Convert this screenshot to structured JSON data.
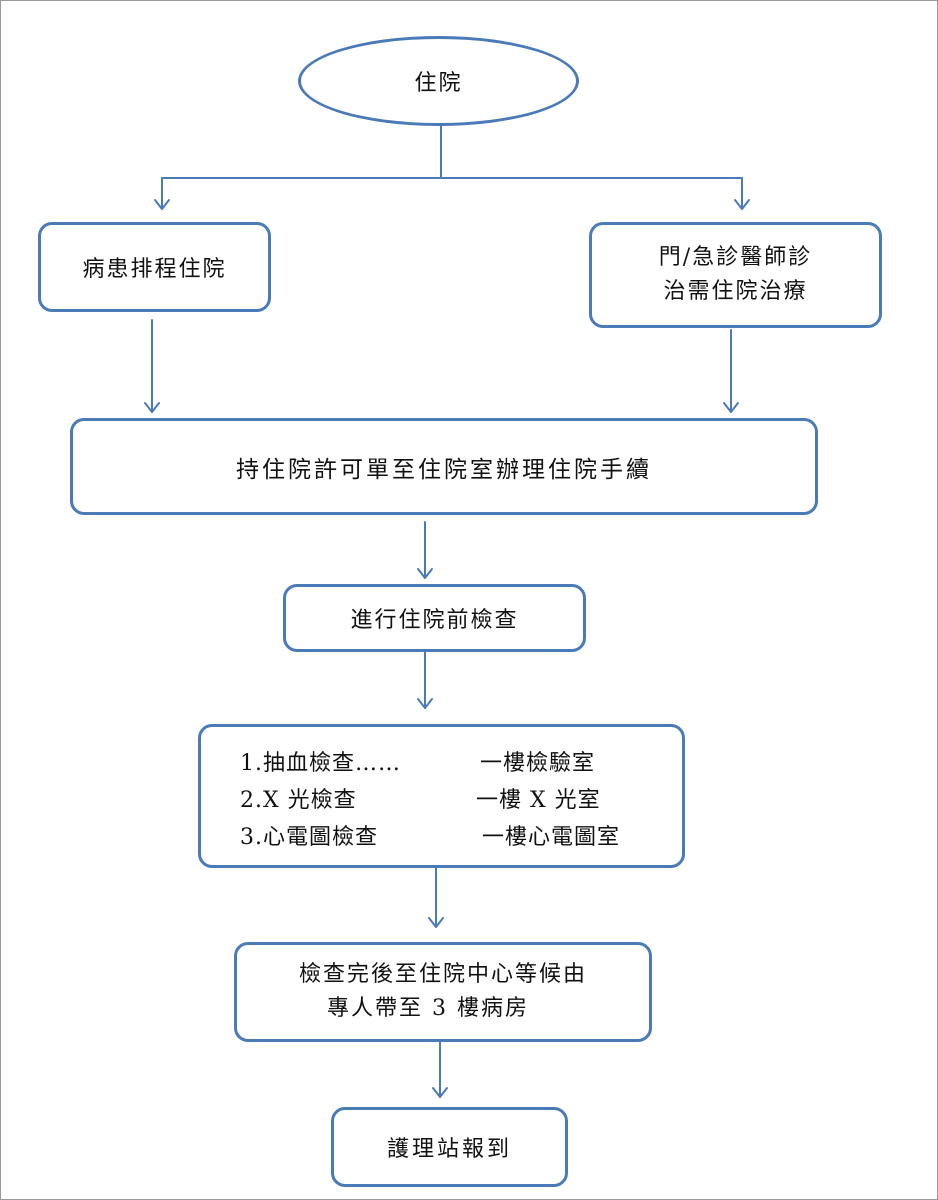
{
  "flowchart": {
    "start": "住院",
    "scheduled_admission": "病患排程住院",
    "doctor_diagnosis": {
      "line1": "門/急診醫師診",
      "line2": "治需住院治療"
    },
    "admission_procedure": "持住院許可單至住院室辦理住院手續",
    "pre_admission_exam": "進行住院前檢查",
    "exams": [
      {
        "name": "1.抽血檢查……",
        "location": "一樓檢驗室"
      },
      {
        "name": "2.X 光檢查",
        "location": "一樓 X 光室"
      },
      {
        "name": "3.心電圖檢查",
        "location": "一樓心電圖室"
      }
    ],
    "wait_for_escort": {
      "line1": "檢查完後至住院中心等候由",
      "line2": "專人帶至 3 樓病房"
    },
    "report_to_station": "護理站報到"
  },
  "colors": {
    "border": "#4a7ab8",
    "arrow": "#4a7ab8",
    "text": "#111111"
  }
}
